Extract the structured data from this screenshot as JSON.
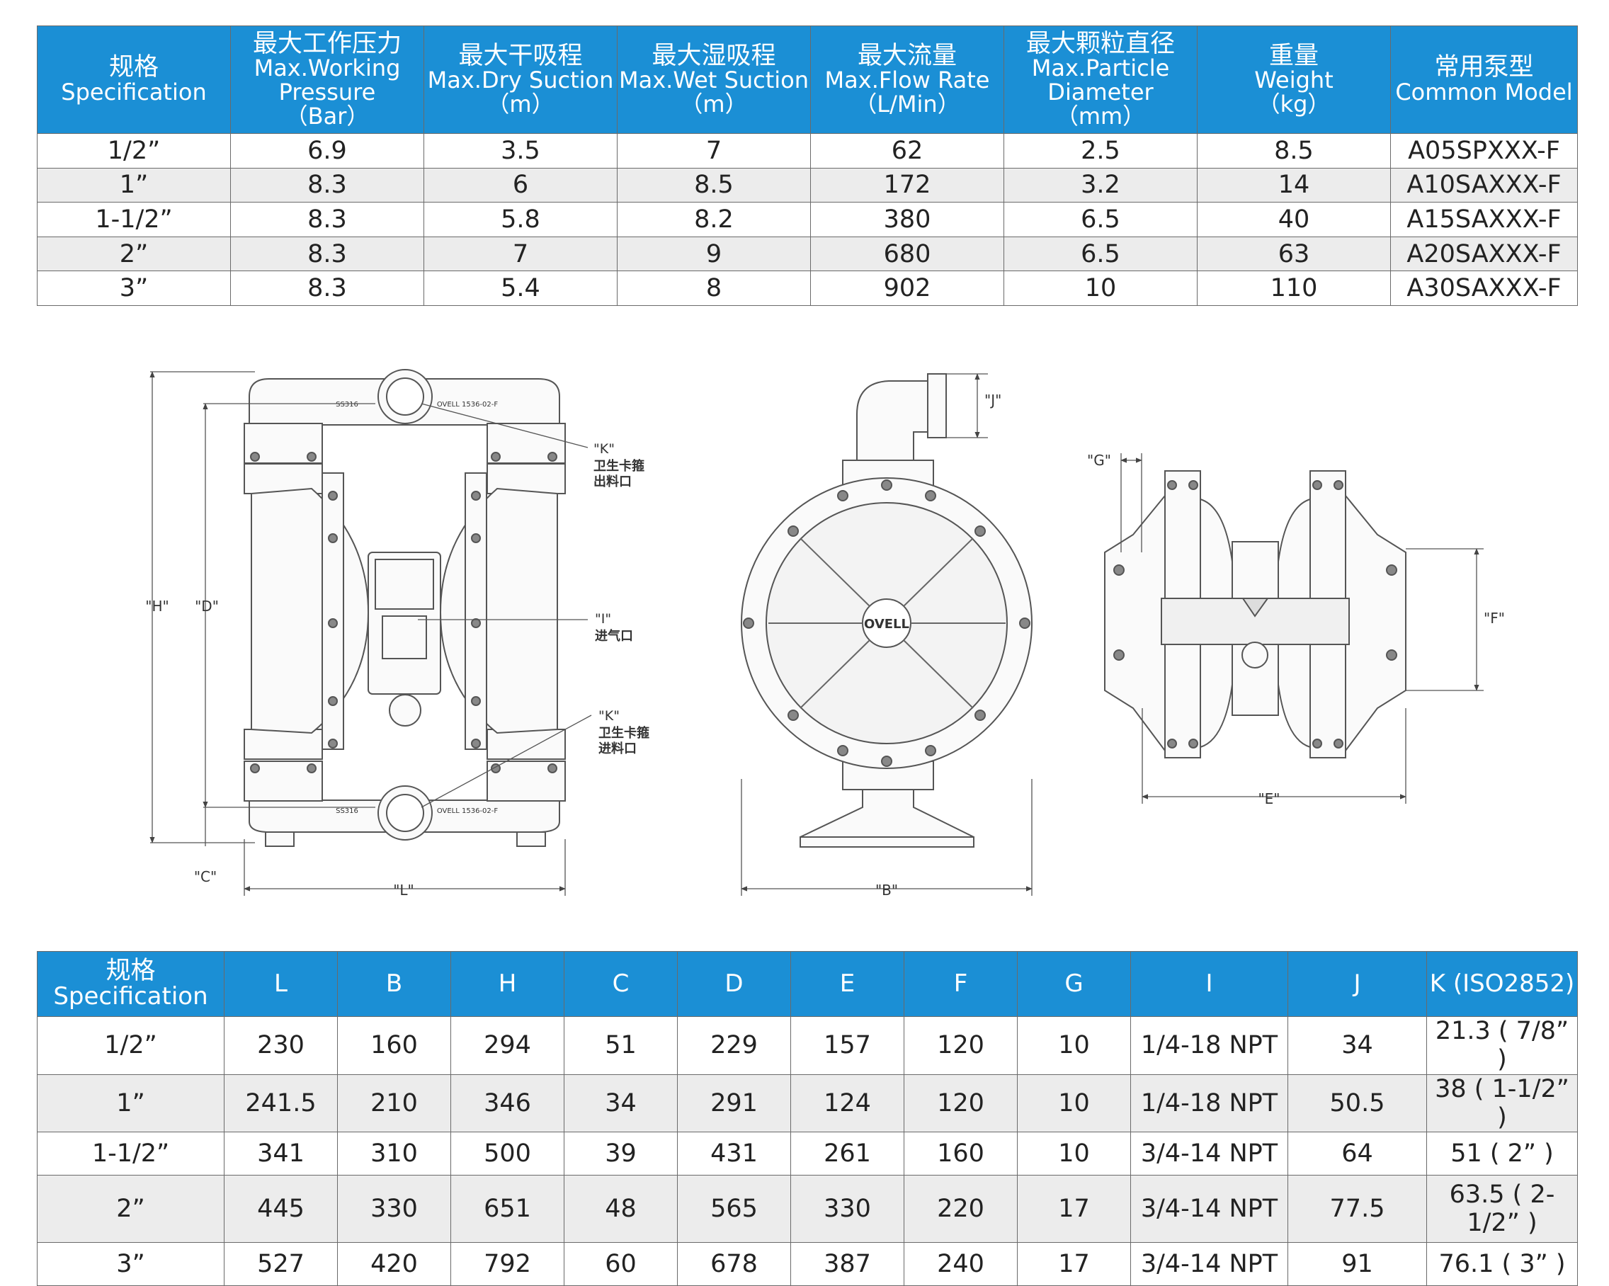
{
  "spec_table": {
    "headers": [
      {
        "zh": "规格",
        "en": "Specification"
      },
      {
        "zh": "最大工作压力",
        "en": "Max.Working Pressure",
        "unit": "（Bar）"
      },
      {
        "zh": "最大干吸程",
        "en": "Max.Dry Suction",
        "unit": "（m）"
      },
      {
        "zh": "最大湿吸程",
        "en": "Max.Wet Suction",
        "unit": "（m）"
      },
      {
        "zh": "最大流量",
        "en": "Max.Flow Rate",
        "unit": "（L/Min）"
      },
      {
        "zh": "最大颗粒直径",
        "en": "Max.Particle Diameter",
        "unit": "（mm）"
      },
      {
        "zh": "重量",
        "en": "Weight",
        "unit": "（kg）"
      },
      {
        "zh": "常用泵型",
        "en": "Common Model"
      }
    ],
    "rows": [
      [
        "1/2”",
        "6.9",
        "3.5",
        "7",
        "62",
        "2.5",
        "8.5",
        "A05SPXXX-F"
      ],
      [
        "1”",
        "8.3",
        "6",
        "8.5",
        "172",
        "3.2",
        "14",
        "A10SAXXX-F"
      ],
      [
        "1-1/2”",
        "8.3",
        "5.8",
        "8.2",
        "380",
        "6.5",
        "40",
        "A15SAXXX-F"
      ],
      [
        "2”",
        "8.3",
        "7",
        "9",
        "680",
        "6.5",
        "63",
        "A20SAXXX-F"
      ],
      [
        "3”",
        "8.3",
        "5.4",
        "8",
        "902",
        "10",
        "110",
        "A30SAXXX-F"
      ]
    ]
  },
  "drawing": {
    "front": {
      "dim_labels": {
        "H": "\"H\"",
        "D": "\"D\"",
        "C": "\"C\"",
        "L": "\"L\""
      },
      "callouts": [
        {
          "code": "\"K\"",
          "line1": "卫生卡箍",
          "line2": "出料口"
        },
        {
          "code": "\"I\"",
          "line1": "进气口",
          "line2": ""
        },
        {
          "code": "\"K\"",
          "line1": "卫生卡箍",
          "line2": "进料口"
        }
      ],
      "casting_marks": [
        "SS316",
        "OVELL 1536-02-F",
        "SS316",
        "OVELL 1536-02-F"
      ]
    },
    "side": {
      "dim_labels": {
        "J": "\"J\"",
        "B": "\"B\""
      },
      "logo": "OVELL"
    },
    "top": {
      "dim_labels": {
        "G": "\"G\"",
        "F": "\"F\"",
        "E": "\"E\""
      }
    }
  },
  "dim_table": {
    "headers": [
      {
        "zh": "规格",
        "en": "Specification"
      },
      {
        "en": "L"
      },
      {
        "en": "B"
      },
      {
        "en": "H"
      },
      {
        "en": "C"
      },
      {
        "en": "D"
      },
      {
        "en": "E"
      },
      {
        "en": "F"
      },
      {
        "en": "G"
      },
      {
        "en": "I"
      },
      {
        "en": "J"
      },
      {
        "en": "K (ISO2852)"
      }
    ],
    "rows": [
      [
        "1/2”",
        "230",
        "160",
        "294",
        "51",
        "229",
        "157",
        "120",
        "10",
        "1/4-18 NPT",
        "34",
        "21.3 ( 7/8” )"
      ],
      [
        "1”",
        "241.5",
        "210",
        "346",
        "34",
        "291",
        "124",
        "120",
        "10",
        "1/4-18 NPT",
        "50.5",
        "38 ( 1-1/2” )"
      ],
      [
        "1-1/2”",
        "341",
        "310",
        "500",
        "39",
        "431",
        "261",
        "160",
        "10",
        "3/4-14 NPT",
        "64",
        "51 ( 2” )"
      ],
      [
        "2”",
        "445",
        "330",
        "651",
        "48",
        "565",
        "330",
        "220",
        "17",
        "3/4-14 NPT",
        "77.5",
        "63.5 ( 2-1/2” )"
      ],
      [
        "3”",
        "527",
        "420",
        "792",
        "60",
        "678",
        "387",
        "240",
        "17",
        "3/4-14 NPT",
        "91",
        "76.1 ( 3” )"
      ]
    ]
  }
}
